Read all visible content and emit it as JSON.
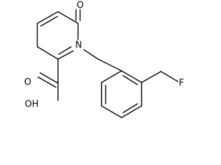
{
  "molecule": {
    "labels": {
      "ketone_oxygen": "O",
      "ring_nitrogen": "N",
      "fluorine": "F",
      "hydroxyl": "OH",
      "acid_carbonyl_oxygen": "O"
    },
    "colors": {
      "bond": "#000000",
      "text": "#000000",
      "background": "#ffffff"
    }
  }
}
